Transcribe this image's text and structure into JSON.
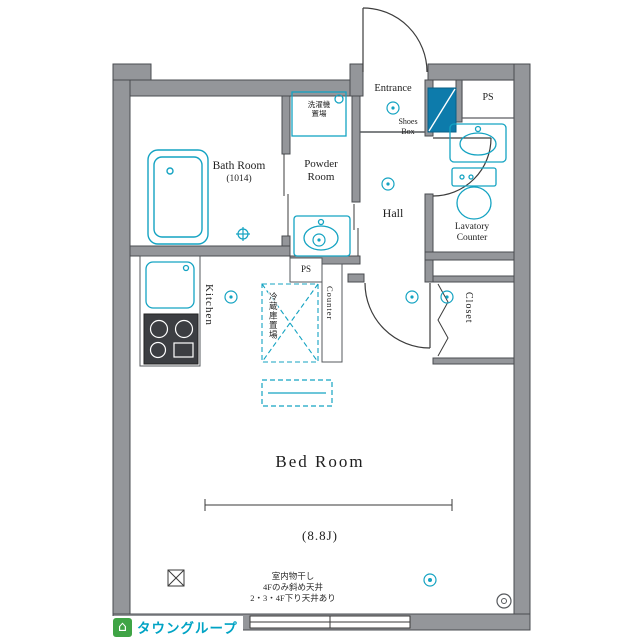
{
  "labels": {
    "entrance": "Entrance",
    "shoes_line1": "Shoes",
    "shoes_line2": "Box",
    "ps_top": "PS",
    "laundry_line1": "洗濯機",
    "laundry_line2": "置場",
    "bath_name": "Bath Room",
    "bath_size": "(1014)",
    "powder_line1": "Powder",
    "powder_line2": "Room",
    "hall": "Hall",
    "lavatory_line1": "Lavatory",
    "lavatory_line2": "Counter",
    "kitchen": "Kitchen",
    "fridge": "冷蔵庫置場",
    "ps_mid": "PS",
    "counter": "Counter",
    "closet": "Closet",
    "bedroom_name": "Bed Room",
    "bedroom_size": "(8.8J)"
  },
  "notes": {
    "line1": "室内物干し",
    "line2": "4Fのみ斜め天井",
    "line3": "2・3・4F下り天井あり"
  },
  "branding": {
    "company": "タウングループ"
  },
  "icons": {
    "logo_building": "⌂"
  },
  "colors": {
    "fixture_teal": "#14a3c2",
    "wall_gray": "#94969a",
    "shoes_box_fill": "#0d7bab",
    "logo_green": "#3fa445",
    "logo_text_teal": "#00a3c4"
  }
}
